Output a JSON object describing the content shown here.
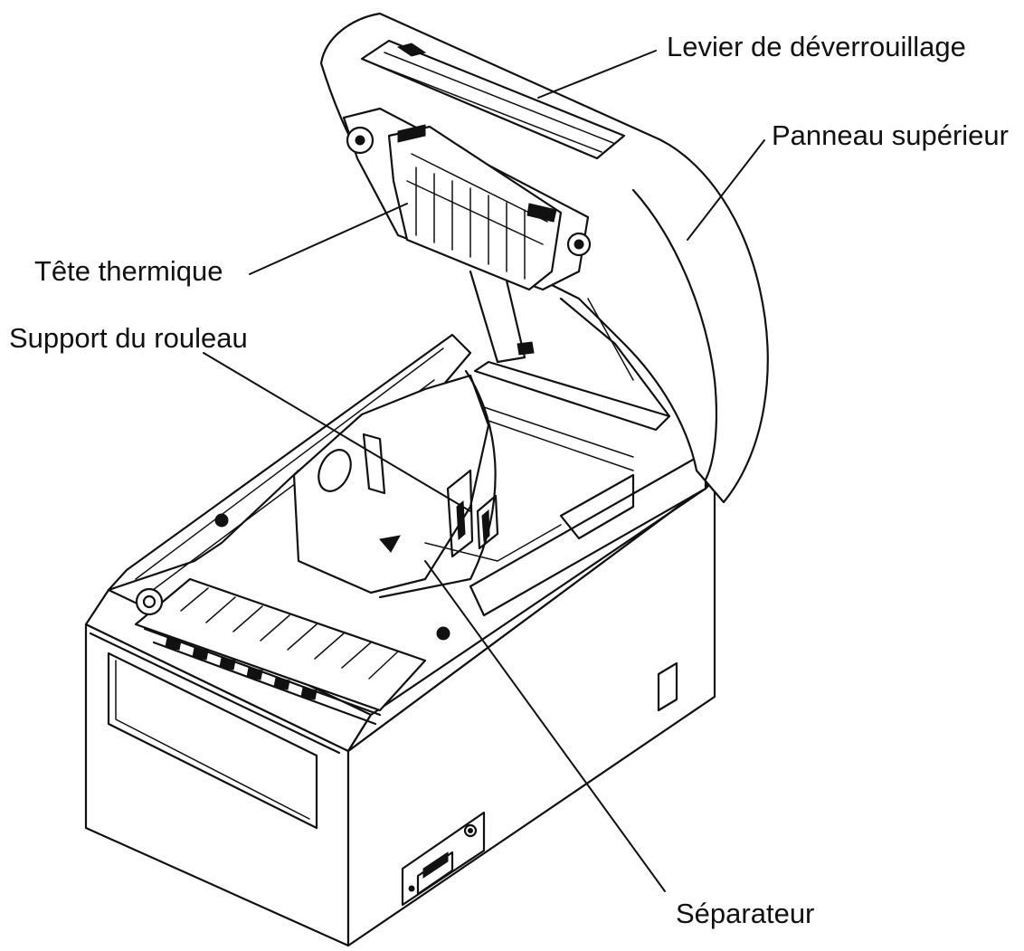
{
  "labels": {
    "release_lever": "Levier de déverrouillage",
    "top_panel": "Panneau supérieur",
    "thermal_head": "Tête thermique",
    "roll_holder": "Support du rouleau",
    "separator": "Séparateur"
  }
}
